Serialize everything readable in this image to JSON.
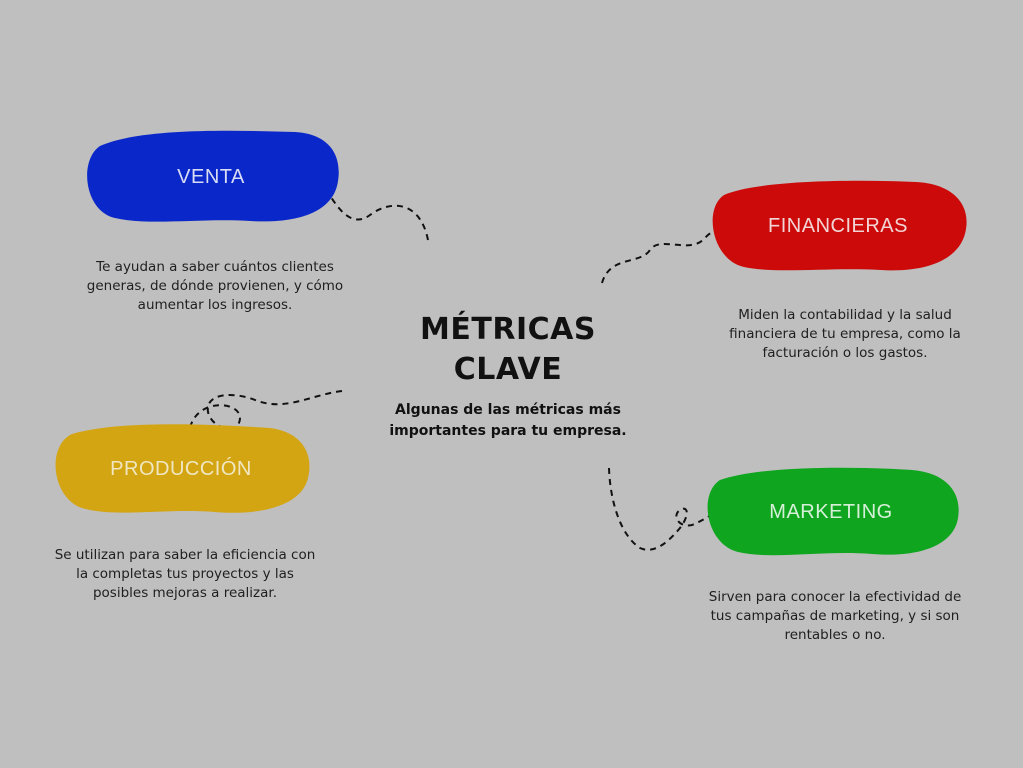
{
  "center": {
    "title": "MÉTRICAS\nCLAVE",
    "subtitle": "Algunas de las métricas más\nimportantes para tu empresa."
  },
  "nodes": [
    {
      "label": "VENTA",
      "color": "#0a27c9",
      "label_color": "#d9dcf5",
      "description": "Te ayudan a saber cuántos clientes\ngeneras, de dónde provienen, y cómo\naumentar los ingresos."
    },
    {
      "label": "FINANCIERAS",
      "color": "#cc0a0a",
      "label_color": "#f2d4d4",
      "description": "Miden la contabilidad y la salud\nfinanciera de tu empresa, como la\nfacturación o los gastos."
    },
    {
      "label": "PRODUCCIÓN",
      "color": "#d3a512",
      "label_color": "#f0e6c2",
      "description": "Se utilizan para saber la eficiencia con\nla completas tus proyectos y las\nposibles mejoras a realizar."
    },
    {
      "label": "MARKETING",
      "color": "#0fa51f",
      "label_color": "#d6f0d8",
      "description": "Sirven para conocer la efectividad de\ntus campañas de marketing, y si son\nrentables o no."
    }
  ]
}
